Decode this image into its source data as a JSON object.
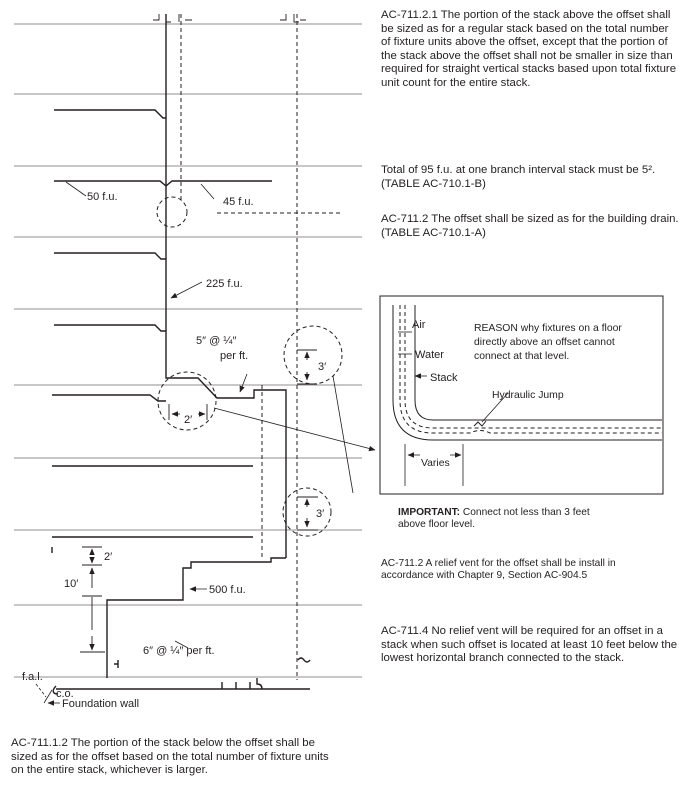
{
  "paragraphs": {
    "p_711_2_1": "AC-711.2.1 The portion of the stack above the offset shall be sized as for a regular stack based on the total number of fixture units above the offset, except that the portion of the stack above the offset shall not be smaller in size than required for straight vertical stacks based upon total fixture unit count for the entire stack.",
    "p_total": "Total of 95 f.u. at one branch interval stack must be 5². (TABLE AC-710.1-B)",
    "p_711_2": "AC-711.2 The offset shall be sized as for the building drain. (TABLE AC-710.1-A)",
    "p_711_2_relief": "AC-711.2 A relief vent for the offset shall be install in accordance with Chapter 9, Section AC-904.5",
    "p_711_4": "AC-711.4 No relief vent will be required for an offset in a stack when such offset is located at least 10 feet below the lowest horizontal branch connected to the stack.",
    "p_711_1_2": "AC-711.1.2 The portion of the stack below the offset shall be sized as for the offset based on the total number of fixture units on the entire stack, whichever is larger."
  },
  "important": {
    "bold": "IMPORTANT:",
    "text": " Connect not less than 3 feet above floor level."
  },
  "labels": {
    "fu_50": "50 f.u.",
    "fu_45": "45 f.u.",
    "fu_225": "225 f.u.",
    "slope_5": "5″ @ ¼″",
    "per_ft": "per ft.",
    "dim_3_upper": "3′",
    "dim_2_offset": "2′",
    "dim_3_lower": "3′",
    "dim_2_left": "2′",
    "dim_10": "10′",
    "fu_500": "500 f.u.",
    "slope_6": "6″ @ ¼″ per ft.",
    "fal": "f.a.l.",
    "co": "c.o.",
    "foundation": "Foundation wall"
  },
  "detail": {
    "air": "Air",
    "water": "Water",
    "stack": "Stack",
    "reason": [
      "REASON why fixtures on a floor",
      "directly above an offset cannot",
      "connect at that level."
    ],
    "hydraulic_jump": "Hydraulic Jump",
    "varies": "Varies"
  }
}
